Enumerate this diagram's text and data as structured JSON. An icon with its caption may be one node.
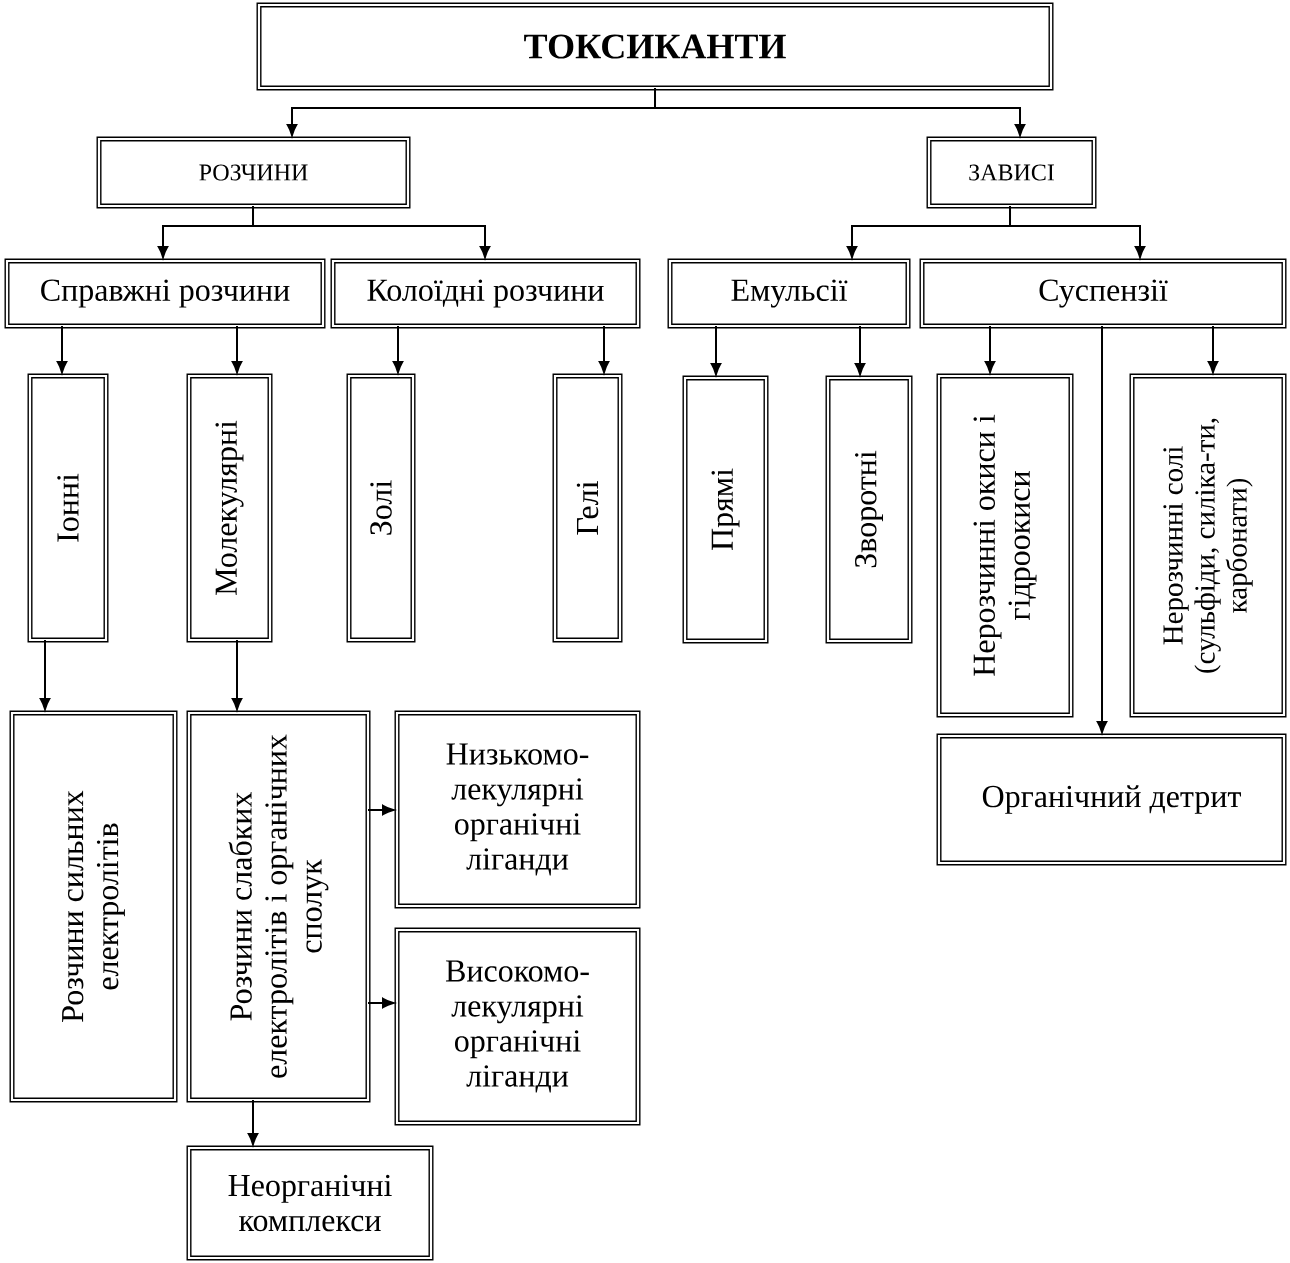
{
  "diagram": {
    "nodes": [
      {
        "text": [
          "ТОКСИКАНТИ"
        ]
      },
      {
        "text": [
          "РОЗЧИНИ"
        ]
      },
      {
        "text": [
          "ЗАВИСІ"
        ]
      },
      {
        "text": [
          "Справжні розчини"
        ]
      },
      {
        "text": [
          "Колоїдні розчини"
        ]
      },
      {
        "text": [
          "Емульсії"
        ]
      },
      {
        "text": [
          "Суспензії"
        ]
      },
      {
        "text": [
          "Іонні"
        ]
      },
      {
        "text": [
          "Молекулярні"
        ]
      },
      {
        "text": [
          "Золі"
        ]
      },
      {
        "text": [
          "Гелі"
        ]
      },
      {
        "text": [
          "Прямі"
        ]
      },
      {
        "text": [
          "Зворотні"
        ]
      },
      {
        "text": [
          "Нерозчинні окиси і гідроокиси"
        ]
      },
      {
        "text": [
          "Нерозчинні солі (сульфіди, силіка-ти, карбонати)"
        ]
      },
      {
        "text": [
          "Органічний детрит"
        ]
      },
      {
        "text": [
          "Розчини сильних електролітів"
        ]
      },
      {
        "text": [
          "Розчини слабких електролітів і органічних сполук"
        ]
      },
      {
        "text": [
          "Низькомо-лекулярні органічні ліганди"
        ]
      },
      {
        "text": [
          "Високомо-лекулярні органічні ліганди"
        ]
      },
      {
        "text": [
          "Неорганічні комплекси"
        ]
      }
    ],
    "edges": [
      {
        "from": 0,
        "to": 1,
        "arrow": "to"
      },
      {
        "from": 0,
        "to": 2,
        "arrow": "to"
      },
      {
        "from": 1,
        "to": 3,
        "arrow": "to"
      },
      {
        "from": 1,
        "to": 4,
        "arrow": "to"
      },
      {
        "from": 2,
        "to": 5,
        "arrow": "to"
      },
      {
        "from": 2,
        "to": 6,
        "arrow": "to"
      },
      {
        "from": 3,
        "to": 7,
        "arrow": "to"
      },
      {
        "from": 3,
        "to": 8,
        "arrow": "to"
      },
      {
        "from": 4,
        "to": 9,
        "arrow": "to"
      },
      {
        "from": 4,
        "to": 10,
        "arrow": "to"
      },
      {
        "from": 5,
        "to": 11,
        "arrow": "to"
      },
      {
        "from": 5,
        "to": 12,
        "arrow": "to"
      },
      {
        "from": 6,
        "to": 13,
        "arrow": "to"
      },
      {
        "from": 6,
        "to": 14,
        "arrow": "to"
      },
      {
        "from": 6,
        "to": 15,
        "arrow": "to"
      },
      {
        "from": 7,
        "to": 16,
        "arrow": "to"
      },
      {
        "from": 8,
        "to": 17,
        "arrow": "to"
      },
      {
        "from": 17,
        "to": 18,
        "arrow": "to"
      },
      {
        "from": 17,
        "to": 19,
        "arrow": "to"
      },
      {
        "from": 17,
        "to": 20,
        "arrow": "to"
      }
    ]
  }
}
